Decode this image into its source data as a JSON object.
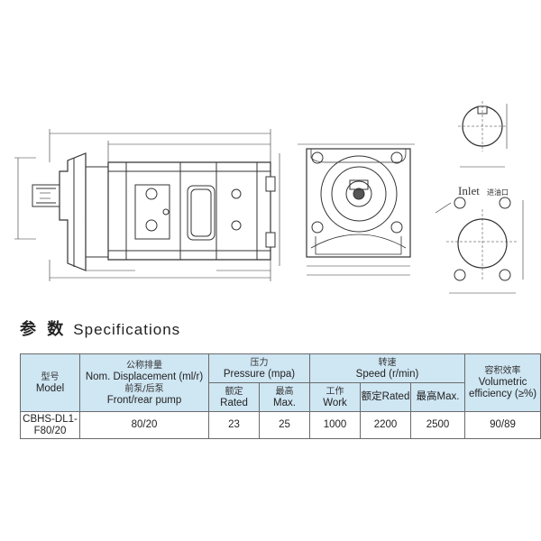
{
  "drawing": {
    "inlet_label": "Inlet",
    "inlet_label_cn": "进油口"
  },
  "specs": {
    "title_cn": "参 数",
    "title_en": "Specifications",
    "headers": {
      "model_cn": "型号",
      "model_en": "Model",
      "displacement_cn": "公称排量",
      "displacement_en": "Nom. Displacement (ml/r)",
      "displacement_sub_cn": "前泵/后泵",
      "displacement_sub_en": "Front/rear pump",
      "pressure_cn": "压力",
      "pressure_en": "Pressure (mpa)",
      "rated_cn": "额定",
      "rated_en": "Rated",
      "max_cn": "最高",
      "max_en": "Max.",
      "speed_cn": "转速",
      "speed_en": "Speed (r/min)",
      "work_cn": "工作",
      "work_en": "Work",
      "speed_rated": "额定Rated",
      "speed_max": "最高Max.",
      "efficiency_cn": "容积效率",
      "efficiency_en": "Volumetric efficiency (≥%)"
    },
    "rows": [
      {
        "model": "CBHS-DL1-F80/20",
        "displacement": "80/20",
        "pressure_rated": "23",
        "pressure_max": "25",
        "speed_work": "1000",
        "speed_rated": "2200",
        "speed_max": "2500",
        "efficiency": "90/89"
      }
    ]
  }
}
